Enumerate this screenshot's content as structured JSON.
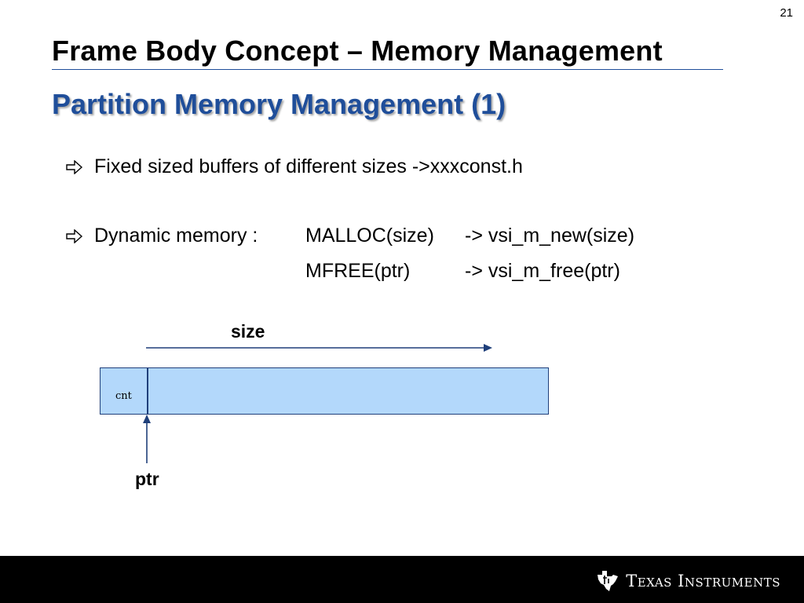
{
  "slide_number": "21",
  "title": "Frame Body Concept – Memory Management",
  "subtitle": "Partition Memory Management (1)",
  "bullets": [
    {
      "text": "Fixed sized buffers of different sizes ->xxxconst.h"
    },
    {
      "label": "Dynamic memory :",
      "rows": [
        {
          "macro": "MALLOC(size)",
          "maps_to": "-> vsi_m_new(size)"
        },
        {
          "macro": "MFREE(ptr)",
          "maps_to": "-> vsi_m_free(ptr)"
        }
      ]
    }
  ],
  "diagram": {
    "size_label": "size",
    "cnt_label": "cnt",
    "ptr_label": "ptr"
  },
  "footer": {
    "logo_text": "Texas Instruments",
    "logo_icon": "texas-instruments-logo-icon"
  },
  "colors": {
    "title_rule": "#1f4e9a",
    "subtitle": "#1f4e9a",
    "buffer_fill": "#b3d8fb",
    "buffer_border": "#1f3f7a",
    "footer_red": "#e3101a",
    "footer_black": "#000000"
  }
}
